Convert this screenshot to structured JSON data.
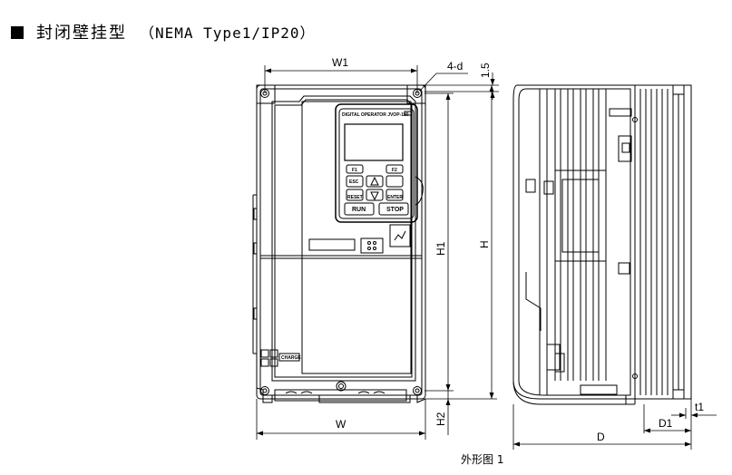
{
  "heading": {
    "title": "封闭壁挂型",
    "subtitle": "（NEMA Type1/IP20）"
  },
  "dimensions": {
    "w1": "W1",
    "hole": "4-d",
    "top_offset": "1.5",
    "h1": "H1",
    "h": "H",
    "w": "W",
    "h2": "H2",
    "d": "D",
    "d1": "D1",
    "t1": "t1"
  },
  "operator": {
    "brand": "DIGITAL OPERATOR JVOP-180",
    "f1": "F1",
    "f2": "F2",
    "esc": "ESC",
    "reset": "RESET",
    "enter": "ENTER",
    "run": "RUN",
    "stop": "STOP"
  },
  "charge_label": "CHARGE",
  "caption": "外形图 1"
}
